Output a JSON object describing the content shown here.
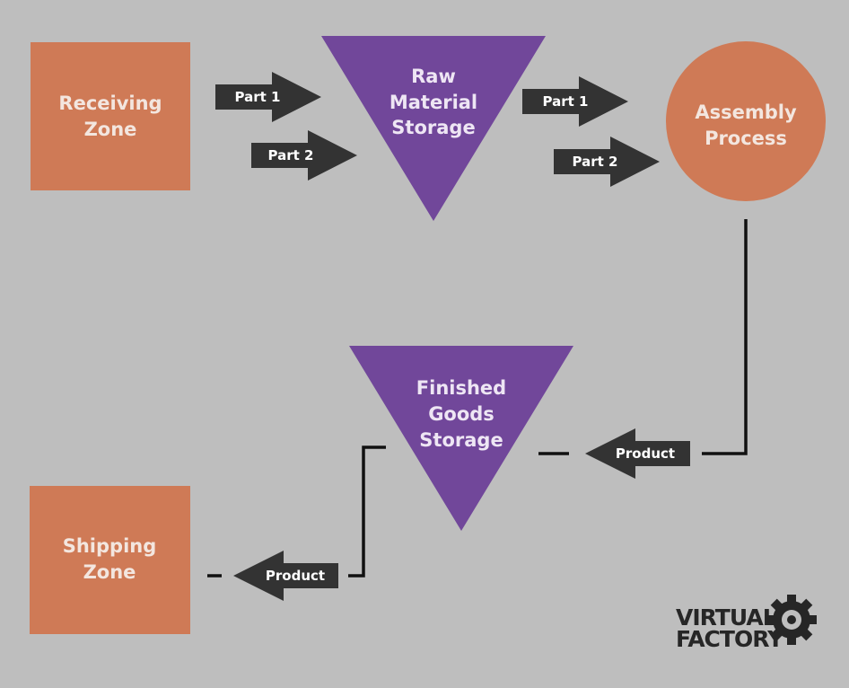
{
  "colors": {
    "background": "#bebebe",
    "zone": "#cf7a56",
    "storage": "#71479a",
    "arrow": "#333333",
    "line": "#111111",
    "zone_text": "#f3e6df",
    "storage_text": "#eee6f4",
    "logo": "#262626"
  },
  "nodes": {
    "receiving": {
      "line1": "Receiving",
      "line2": "Zone"
    },
    "raw_storage": {
      "line1": "Raw",
      "line2": "Material",
      "line3": "Storage"
    },
    "assembly": {
      "line1": "Assembly",
      "line2": "Process"
    },
    "finished_storage": {
      "line1": "Finished",
      "line2": "Goods",
      "line3": "Storage"
    },
    "shipping": {
      "line1": "Shipping",
      "line2": "Zone"
    }
  },
  "arrows": {
    "recv_part1": "Part 1",
    "recv_part2": "Part 2",
    "raw_part1": "Part 1",
    "raw_part2": "Part 2",
    "assembly_product": "Product",
    "finished_product": "Product"
  },
  "logo": {
    "line1": "VIRTUAL",
    "line2": "FACTORY",
    "icon": "gear-icon"
  }
}
